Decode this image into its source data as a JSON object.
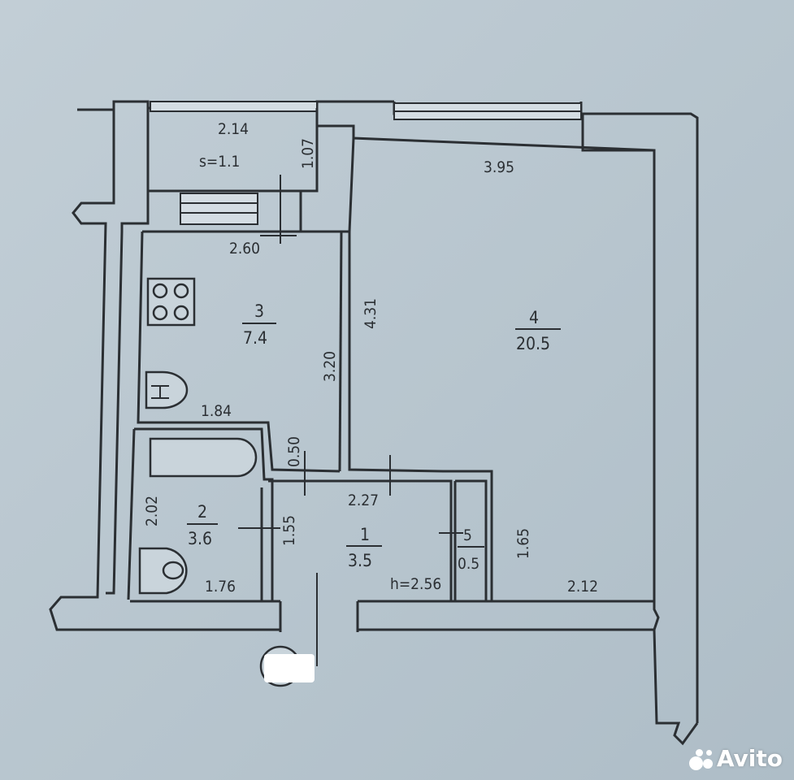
{
  "diagram": {
    "rooms": [
      {
        "id": "balcony",
        "dimension_width": "2.14",
        "area_label": "s=1.1",
        "dimension_depth": "1.07"
      },
      {
        "id": "kitchen",
        "number": "3",
        "area": "7.4",
        "dimension_top": "2.60",
        "dimension_side": "3.20",
        "dimension_bottom": "1.84"
      },
      {
        "id": "living-room",
        "number": "4",
        "area": "20.5",
        "dimension_top": "3.95",
        "dimension_side": "4.31",
        "dimension_bottom": "2.12",
        "dimension_lower_side": "1.65"
      },
      {
        "id": "bathroom",
        "number": "2",
        "area": "3.6",
        "dimension_side": "2.02",
        "dimension_bottom": "1.76"
      },
      {
        "id": "hallway",
        "number": "1",
        "area": "3.5",
        "dimension_top": "2.27",
        "dimension_side": "1.55",
        "dimension_wall": "0.50",
        "ceiling_height": "h=2.56"
      },
      {
        "id": "closet",
        "number": "5",
        "area": "0.5"
      }
    ],
    "watermark": "Avito"
  },
  "colors": {
    "paper": "#c2ced6",
    "ink": "#2b2f33",
    "watermark": "#ffffff"
  }
}
